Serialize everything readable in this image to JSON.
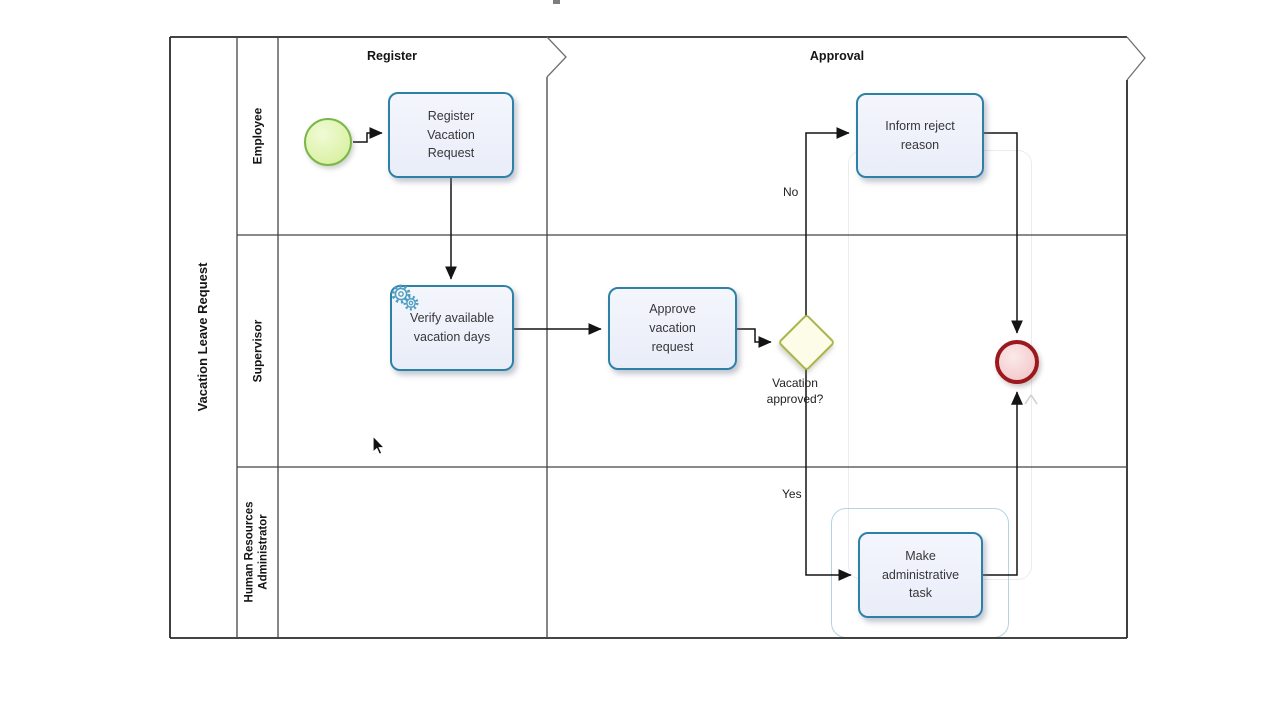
{
  "pool": {
    "label": "Vacation Leave Request"
  },
  "phases": [
    {
      "label": "Register"
    },
    {
      "label": "Approval"
    }
  ],
  "lanes": [
    {
      "label": "Employee"
    },
    {
      "label": "Supervisor"
    },
    {
      "lines": [
        "Human Resources",
        "Administrator"
      ]
    }
  ],
  "nodes": {
    "task_register": {
      "label": "Register Vacation Request"
    },
    "task_verify": {
      "label": "Verify available vacation days",
      "icon": "service-gear-icon"
    },
    "task_approve": {
      "label": "Approve vacation request"
    },
    "task_inform": {
      "label": "Inform reject reason"
    },
    "task_make": {
      "label": "Make administrative task"
    },
    "gateway": {
      "label": "Vacation approved?"
    }
  },
  "edges": {
    "no_label": "No",
    "yes_label": "Yes"
  },
  "colors": {
    "task_border": "#2e81a6",
    "task_fill": "#eef1fa",
    "start_event_border": "#7ab648",
    "start_event_fill": "#dcf2a8",
    "gateway_border": "#a9b64a",
    "gateway_fill": "#fcfce9",
    "end_event_border": "#9b181c",
    "end_event_fill": "#f3c9cc",
    "connector": "#141414"
  }
}
